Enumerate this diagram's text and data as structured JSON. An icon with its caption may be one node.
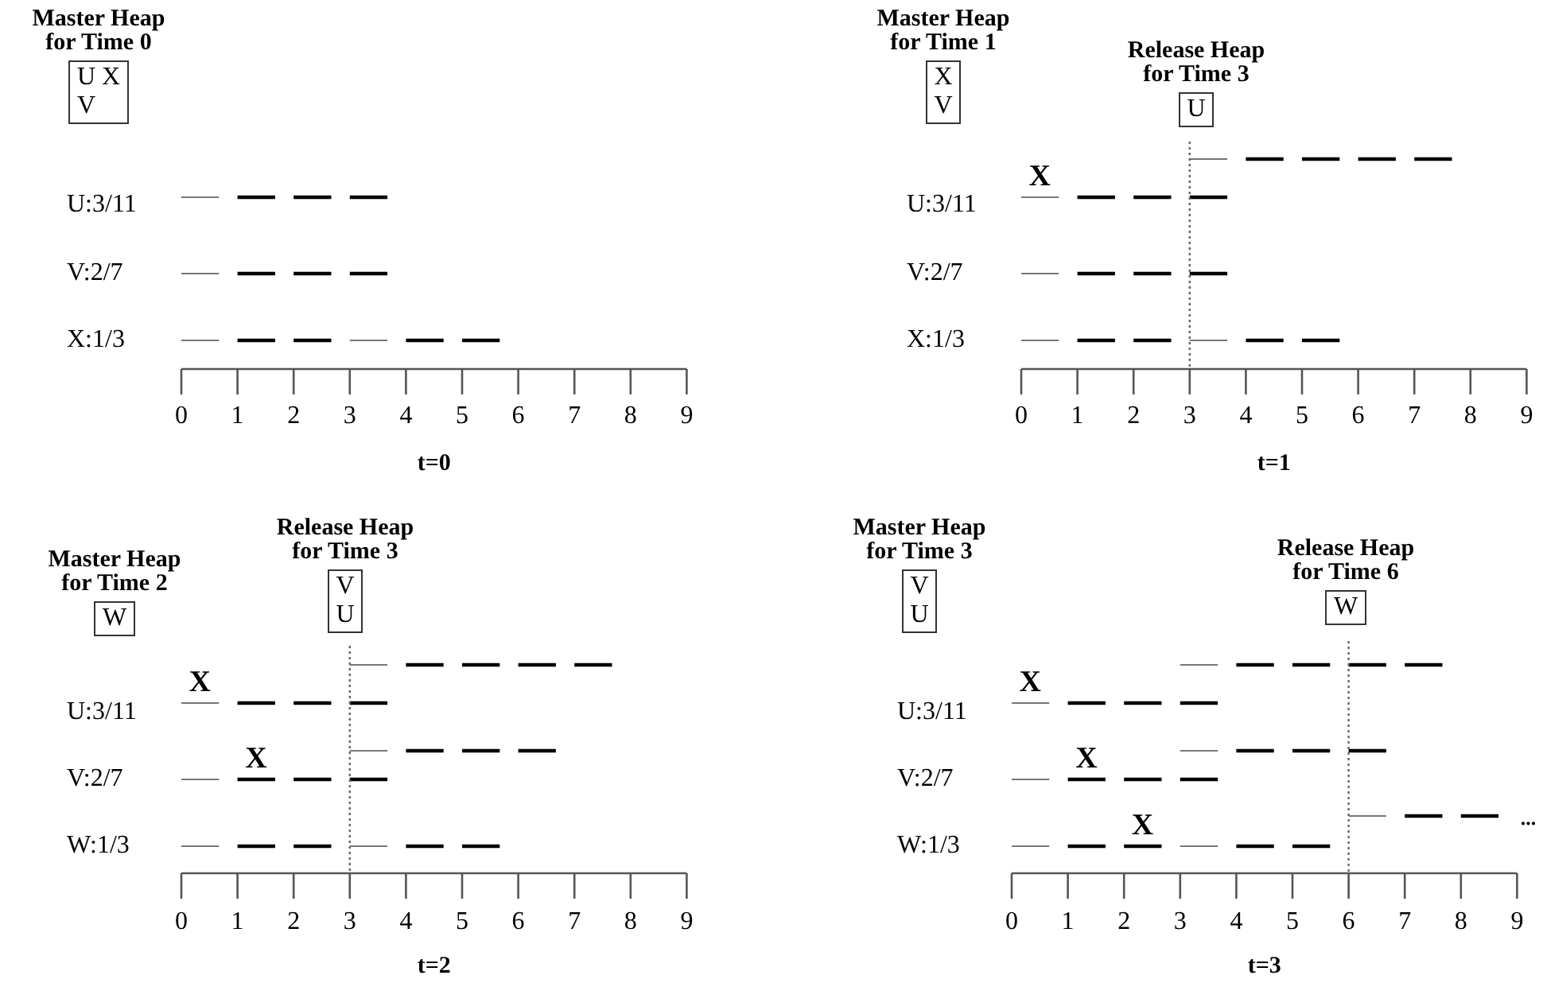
{
  "diagram": {
    "nodes": [
      {
        "text": [
          "Master Heap for Time 0",
          "U",
          "X",
          "V"
        ]
      },
      {
        "text": [
          "Master Heap for Time 1",
          "X",
          "V"
        ]
      },
      {
        "text": [
          "Release Heap for Time 3",
          "U"
        ]
      },
      {
        "text": [
          "Master Heap for Time 2",
          "W"
        ]
      },
      {
        "text": [
          "Release Heap for Time 3",
          "V",
          "U"
        ]
      },
      {
        "text": [
          "Master Heap for Time 3",
          "V",
          "U"
        ]
      },
      {
        "text": [
          "Release Heap for Time 6",
          "W"
        ]
      }
    ],
    "labels": [
      "U:3/11",
      "V:2/7",
      "X:1/3",
      "0",
      "1",
      "2",
      "3",
      "4",
      "5",
      "6",
      "7",
      "8",
      "9",
      "t=0",
      "X",
      "U:3/11",
      "V:2/7",
      "X:1/3",
      "0",
      "1",
      "2",
      "3",
      "4",
      "5",
      "6",
      "7",
      "8",
      "9",
      "t=1",
      "X",
      "U:3/11",
      "X",
      "V:2/7",
      "W:1/3",
      "0",
      "1",
      "2",
      "3",
      "4",
      "5",
      "6",
      "7",
      "8",
      "9",
      "t=2",
      "X",
      "U:3/11",
      "X",
      "V:2/7",
      "X",
      "W:1/3",
      "...",
      "0",
      "1",
      "2",
      "3",
      "4",
      "5",
      "6",
      "7",
      "8",
      "9",
      "t=3"
    ]
  }
}
